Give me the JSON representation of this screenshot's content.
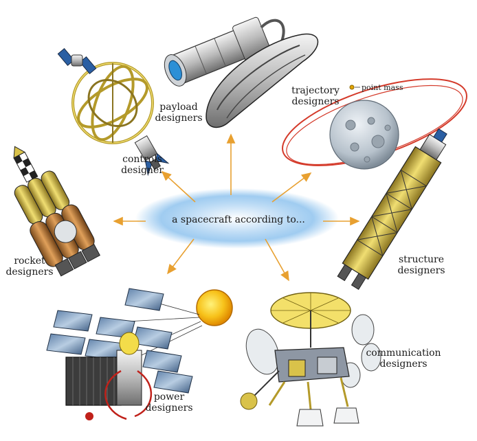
{
  "center": {
    "text": "a spacecraft according to..."
  },
  "designers": [
    {
      "id": "controls",
      "lines": [
        "controls",
        "designer"
      ],
      "icon": "gimbal-satellite-icon"
    },
    {
      "id": "payload",
      "lines": [
        "payload",
        "designers"
      ],
      "icon": "payload-telescope-icon"
    },
    {
      "id": "trajectory",
      "lines": [
        "trajectory",
        "designers"
      ],
      "icon": "orbit-planet-icon"
    },
    {
      "id": "rocket",
      "lines": [
        "rocket",
        "designers"
      ],
      "icon": "rocket-stack-icon"
    },
    {
      "id": "structure",
      "lines": [
        "structure",
        "designers"
      ],
      "icon": "truss-structure-icon"
    },
    {
      "id": "power",
      "lines": [
        "power",
        "designers"
      ],
      "icon": "solar-array-icon"
    },
    {
      "id": "communication",
      "lines": [
        "communication",
        "designers"
      ],
      "icon": "antenna-lander-icon"
    }
  ],
  "annotations": {
    "point_mass": "point mass"
  },
  "colors": {
    "arrow": "#e8a030",
    "cloud": "#8fc3ee",
    "gold": "#d9c24a",
    "orbit": "#d43a2a",
    "sun": "#f2a800"
  }
}
